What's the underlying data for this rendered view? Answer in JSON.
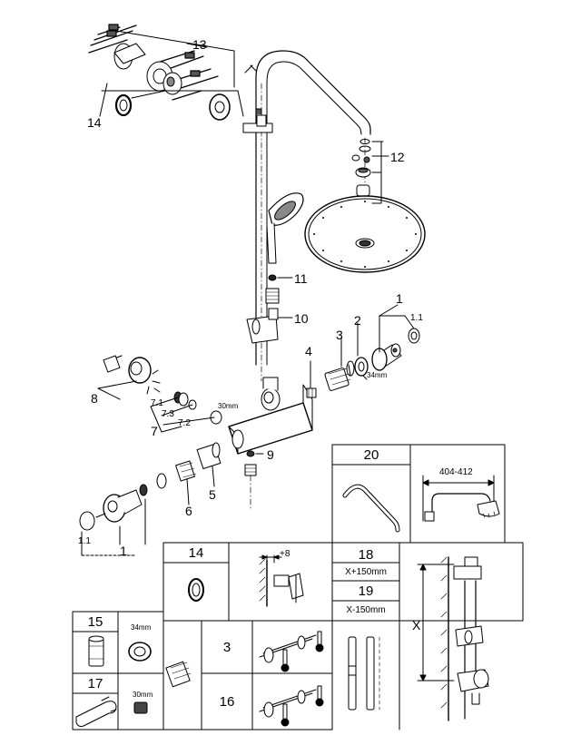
{
  "callouts": {
    "c1_top": "1",
    "c1_1_top": "1.1",
    "c2": "2",
    "c3": "3",
    "c4": "4",
    "c5": "5",
    "c6": "6",
    "c7": "7",
    "c7_1": "7.1",
    "c7_2": "7.2",
    "c7_3": "7.3",
    "c8": "8",
    "c9": "9",
    "c10": "10",
    "c11": "11",
    "c12": "12",
    "c13": "13",
    "c14": "14",
    "c1_bottom": "1",
    "c1_1_bottom": "1.1"
  },
  "dimensions": {
    "nut_34": "34mm",
    "nut_30": "30mm",
    "arm_range": "404-412",
    "offset_plus": "+8",
    "height_x": "X"
  },
  "boxes": {
    "box20": {
      "number": "20"
    },
    "box14": {
      "number": "14"
    },
    "box18": {
      "number": "18",
      "label": "X+150mm"
    },
    "box19": {
      "number": "19",
      "label": "X-150mm"
    },
    "box15": {
      "number": "15",
      "size": "34mm"
    },
    "box17": {
      "number": "17",
      "size": "30mm"
    },
    "box3": {
      "number": "3"
    },
    "box16": {
      "number": "16"
    }
  }
}
